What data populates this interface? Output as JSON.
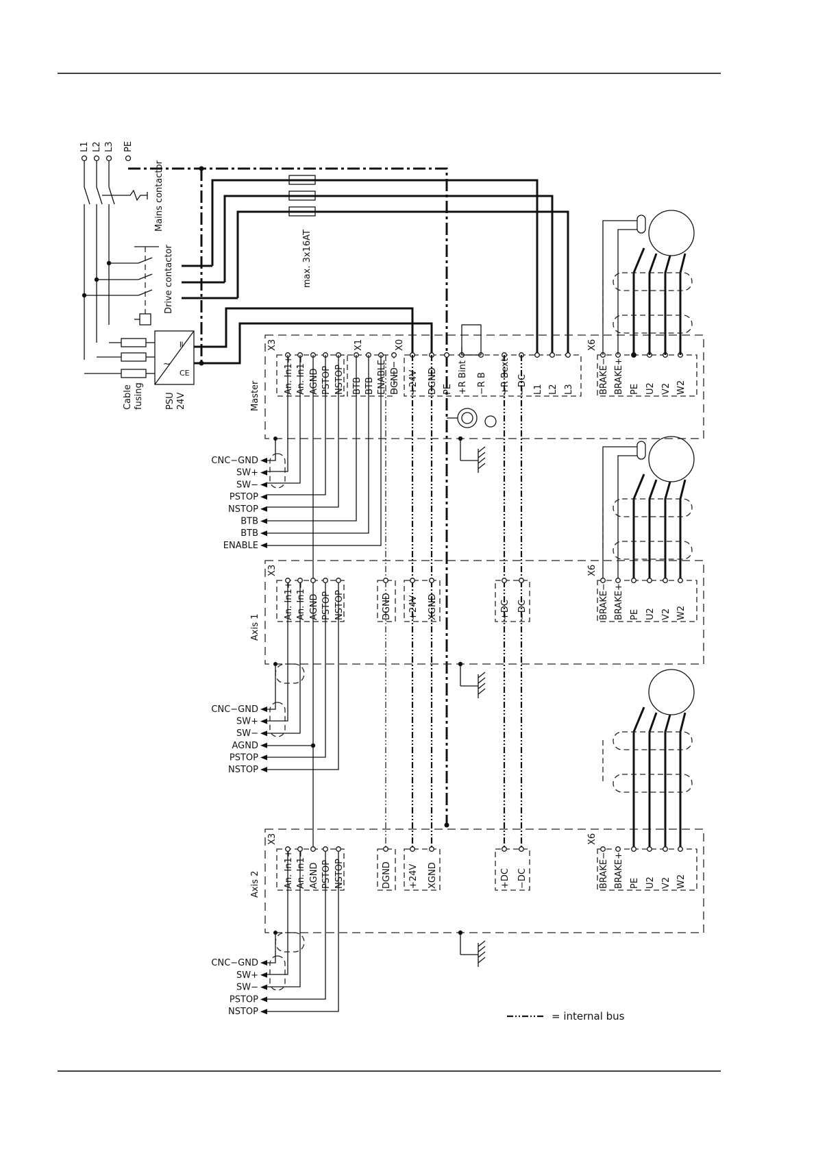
{
  "supply": {
    "phases": [
      "L1",
      "L2",
      "L3"
    ],
    "pe": "PE",
    "mains_contactor": "Mains contactor",
    "drive_contactor": "Drive contactor",
    "fuse_rating": "max. 3x16AT",
    "cable_fusing": [
      "Cable",
      "fusing"
    ],
    "psu": [
      "PSU",
      "24V"
    ],
    "psu_symbols": [
      "~",
      "="
    ]
  },
  "master": {
    "name": "Master",
    "x3": {
      "label": "X3",
      "pins": [
        "An. In1+",
        "An. In1−",
        "AGND",
        "PSTOP",
        "NSTOP"
      ]
    },
    "x1": {
      "label": "X1",
      "pins": [
        "BTB",
        "BTB",
        "ENABLE",
        "DGND"
      ]
    },
    "x0": {
      "label": "X0",
      "pins": [
        "+24V",
        "DGND",
        "PE",
        "+R Bint",
        "−R B",
        "+R Bext",
        "−DC",
        "L1",
        "L2",
        "L3"
      ]
    },
    "x6": {
      "label": "X6",
      "pins": [
        "BRAKE−",
        "BRAKE+",
        "PE",
        "U2",
        "V2",
        "W2"
      ]
    },
    "signals": [
      "CNC−GND",
      "SW+",
      "SW−",
      "PSTOP",
      "NSTOP",
      "BTB",
      "BTB",
      "ENABLE"
    ]
  },
  "axis1": {
    "name": "Axis 1",
    "x3": {
      "label": "X3",
      "pins": [
        "An. In1+",
        "An. In1−",
        "AGND",
        "PSTOP",
        "NSTOP"
      ]
    },
    "bus_pins": [
      "DGND",
      "+24V",
      "XGND",
      "+DC",
      "−DC"
    ],
    "x6": {
      "label": "X6",
      "pins": [
        "BRAKE−",
        "BRAKE+",
        "PE",
        "U2",
        "V2",
        "W2"
      ]
    },
    "signals": [
      "CNC−GND",
      "SW+",
      "SW−",
      "AGND",
      "PSTOP",
      "NSTOP"
    ]
  },
  "axis2": {
    "name": "Axis 2",
    "x3": {
      "label": "X3",
      "pins": [
        "An. In1+",
        "An. In1−",
        "AGND",
        "PSTOP",
        "NSTOP"
      ]
    },
    "bus_pins": [
      "DGND",
      "+24V",
      "XGND",
      "+DC",
      "−DC"
    ],
    "x6": {
      "label": "X6",
      "pins": [
        "BRAKE−",
        "BRAKE+",
        "PE",
        "U2",
        "V2",
        "W2"
      ]
    },
    "signals": [
      "CNC−GND",
      "SW+",
      "SW−",
      "PSTOP",
      "NSTOP"
    ]
  },
  "legend": {
    "symbol": "–·–·–",
    "text": "= internal bus"
  }
}
